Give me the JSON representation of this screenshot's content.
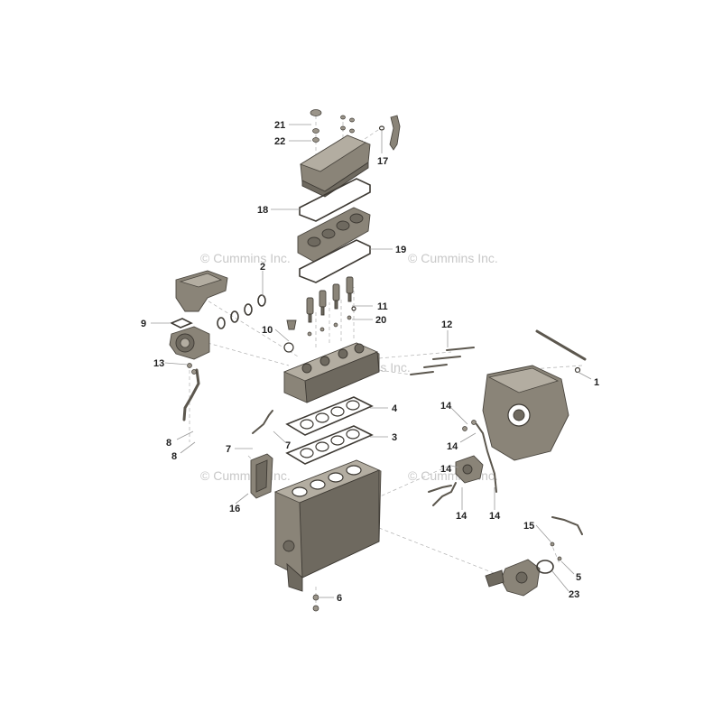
{
  "watermark": {
    "text": "© Cummins Inc."
  },
  "callouts": {
    "c1": "1",
    "c2": "2",
    "c3": "3",
    "c4": "4",
    "c5": "5",
    "c6": "6",
    "c7a": "7",
    "c7b": "7",
    "c8a": "8",
    "c8b": "8",
    "c9": "9",
    "c10": "10",
    "c11": "11",
    "c12": "12",
    "c13": "13",
    "c14a": "14",
    "c14b": "14",
    "c14c": "14",
    "c14d": "14",
    "c14e": "14",
    "c15": "15",
    "c16": "16",
    "c17": "17",
    "c18": "18",
    "c19": "19",
    "c20": "20",
    "c21": "21",
    "c22": "22",
    "c23": "23"
  },
  "colors": {
    "part": "#8a8478",
    "outline": "#4a463f",
    "label": "#222222",
    "watermark": "#c8c8c8"
  }
}
